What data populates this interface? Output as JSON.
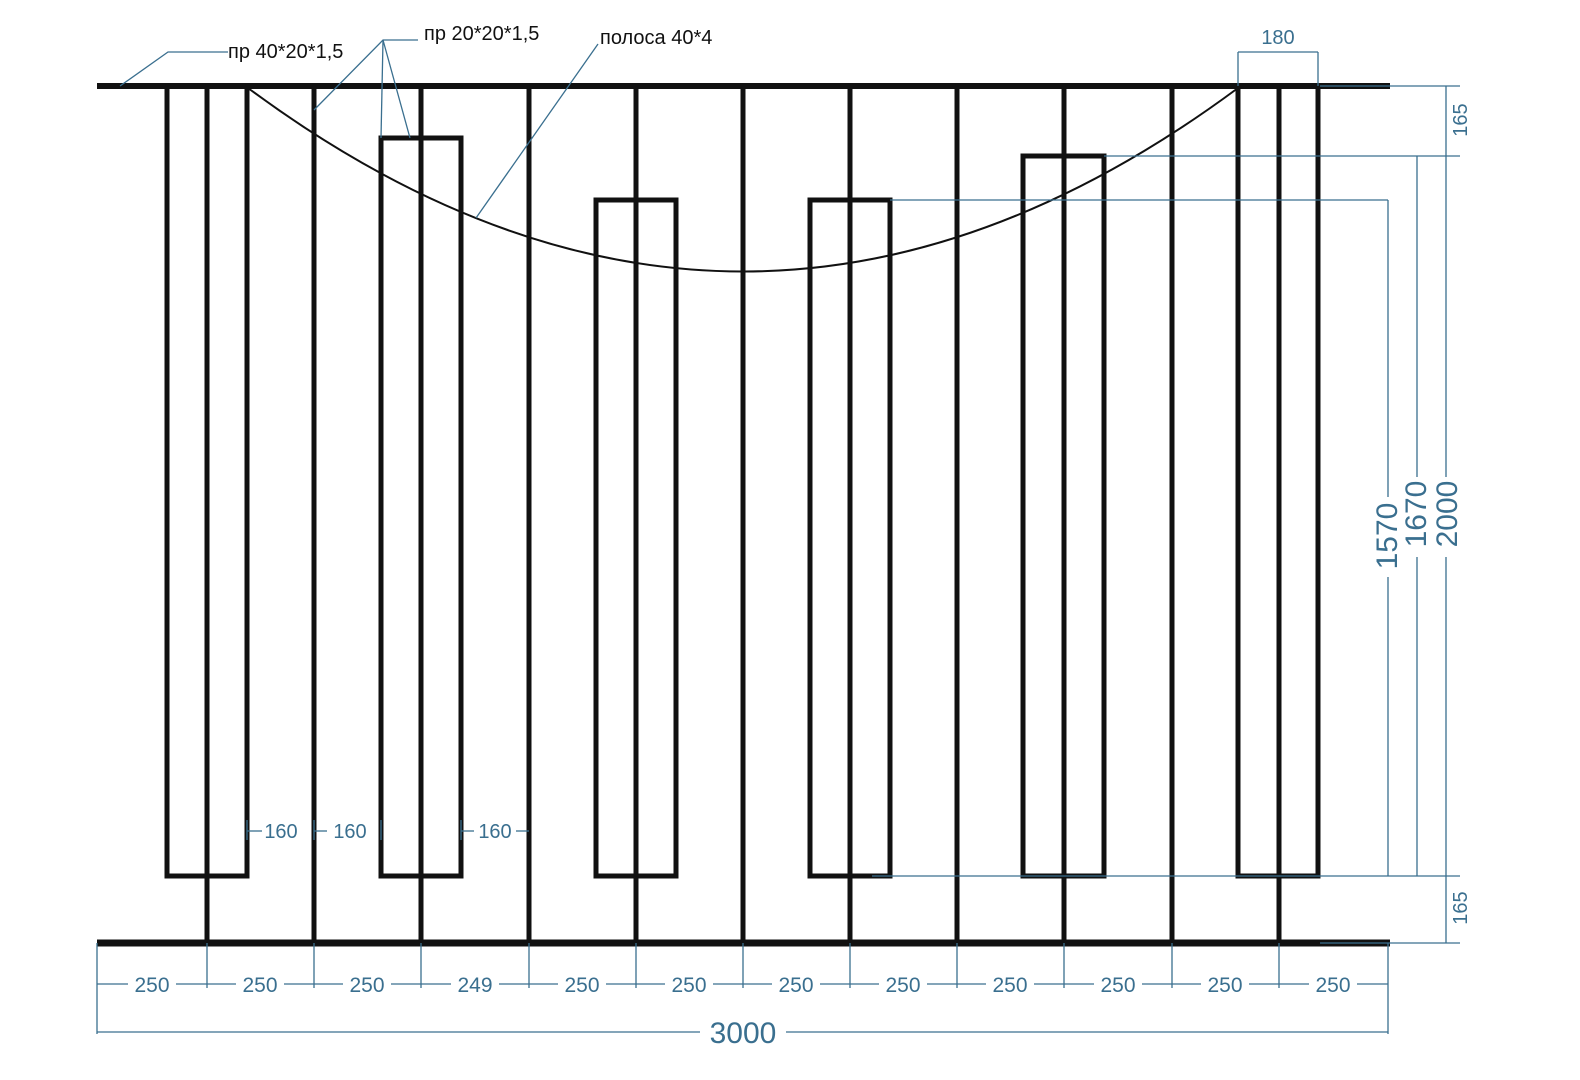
{
  "labels": {
    "profile_40x20": "пр 40*20*1,5",
    "profile_20x20": "пр 20*20*1,5",
    "strip_40x4": "полоса 40*4"
  },
  "dimensions": {
    "frame_width": "180",
    "top_gap": "165",
    "bottom_gap": "165",
    "height_1570": "1570",
    "height_1670": "1670",
    "height_2000": "2000",
    "gap_a": "160",
    "gap_b": "160",
    "gap_c": "160",
    "total_width": "3000",
    "spacings": [
      "250",
      "250",
      "250",
      "249",
      "250",
      "250",
      "250",
      "250",
      "250",
      "250",
      "250",
      "250"
    ]
  },
  "colors": {
    "metal": "#111111",
    "dimension": "#3a6f8f"
  }
}
